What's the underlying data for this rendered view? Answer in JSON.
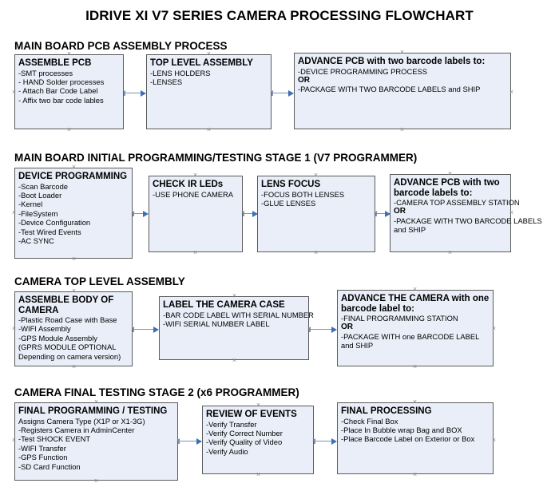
{
  "title": "IDRIVE XI V7 SERIES CAMERA PROCESSING FLOWCHART",
  "chart_data": {
    "type": "diagram",
    "title": "IDRIVE XI V7 SERIES CAMERA PROCESSING FLOWCHART",
    "layout": "four horizontal process rows, left-to-right arrow flow",
    "accent_color": "#3f6fb5",
    "node_fill": "#e9eef8",
    "node_border": "#5a5a5a",
    "connector_color": "#7b93bb",
    "sections": [
      {
        "heading": "MAIN BOARD PCB ASSEMBLY PROCESS",
        "nodes": [
          {
            "title": "ASSEMBLE PCB",
            "lines": [
              " -SMT processes",
              " - HAND Solder processes",
              " - Attach Bar Code Label",
              " - Affix two bar code lables"
            ]
          },
          {
            "title": "TOP LEVEL ASSEMBLY",
            "lines": [
              "-LENS HOLDERS",
              "-LENSES"
            ]
          },
          {
            "title": "ADVANCE PCB with two barcode labels to:",
            "lines": [
              "-DEVICE PROGRAMMING PROCESS",
              "OR",
              "-PACKAGE WITH TWO BARCODE LABELS and SHIP"
            ],
            "bold_lines": [
              1
            ]
          }
        ],
        "connectors": 2
      },
      {
        "heading": "MAIN BOARD INITIAL PROGRAMMING/TESTING STAGE 1 (V7 PROGRAMMER)",
        "nodes": [
          {
            "title": "DEVICE PROGRAMMING",
            "lines": [
              "-Scan Barcode",
              "-Boot Loader",
              "-Kernel",
              "-FileSystem",
              "-Device Configuration",
              "-Test Wired Events",
              "-AC SYNC"
            ]
          },
          {
            "title": "CHECK IR LEDs",
            "lines": [
              "-USE PHONE CAMERA"
            ]
          },
          {
            "title": "LENS FOCUS",
            "lines": [
              "-FOCUS BOTH LENSES",
              "-GLUE LENSES"
            ]
          },
          {
            "title": "ADVANCE PCB with two barcode labels to:",
            "lines": [
              "-CAMERA TOP ASSEMBLY STATION",
              "OR",
              "-PACKAGE WITH TWO BARCODE LABELS",
              "and SHIP"
            ],
            "bold_lines": [
              1
            ]
          }
        ],
        "connectors": 3
      },
      {
        "heading": "CAMERA TOP LEVEL ASSEMBLY",
        "nodes": [
          {
            "title": "ASSEMBLE BODY OF CAMERA",
            "lines": [
              "-Plastic Road Case with Base",
              "-WIFI Assembly",
              "-GPS Module Assembly",
              "(GPRS MODULE OPTIONAL",
              "Depending on camera version)"
            ]
          },
          {
            "title": "LABEL THE CAMERA CASE",
            "lines": [
              "-BAR CODE LABEL WITH SERIAL NUMBER",
              "-WIFI SERIAL NUMBER LABEL"
            ]
          },
          {
            "title": "ADVANCE THE CAMERA with one barcode label to:",
            "lines": [
              "-FINAL PROGRAMMING STATION",
              "OR",
              "-PACKAGE WITH one BARCODE LABEL",
              "and SHIP"
            ],
            "bold_lines": [
              1
            ]
          }
        ],
        "connectors": 2
      },
      {
        "heading": "CAMERA FINAL TESTING STAGE 2 (x6 PROGRAMMER)",
        "nodes": [
          {
            "title": "FINAL PROGRAMMING / TESTING",
            "lines": [
              "Assigns Camera Type (X1P or X1-3G)",
              "-Registers Camera in AdminCenter",
              "-Test SHOCK EVENT",
              "-WIFI Transfer",
              "-GPS Function",
              "-SD Card Function"
            ]
          },
          {
            "title": "REVIEW OF EVENTS",
            "lines": [
              "-Verify Transfer",
              "-Verify Correct Number",
              "-Verify Quality of Video",
              "-Verify Audio"
            ]
          },
          {
            "title": "FINAL PROCESSING",
            "lines": [
              " -Check Final Box",
              "-Place In Bubble wrap Bag and BOX",
              "-Place Barcode Label on Exterior or Box"
            ]
          }
        ],
        "connectors": 2
      }
    ]
  },
  "sections": {
    "s1": {
      "heading": "MAIN BOARD PCB ASSEMBLY PROCESS",
      "n1": {
        "title": "ASSEMBLE PCB",
        "l0": " -SMT processes",
        "l1": " - HAND Solder processes",
        "l2": " - Attach Bar Code Label",
        "l3": " - Affix two bar code lables"
      },
      "n2": {
        "title": "TOP LEVEL ASSEMBLY",
        "l0": "-LENS HOLDERS",
        "l1": "-LENSES"
      },
      "n3": {
        "title": "ADVANCE PCB with two barcode labels to:",
        "l0": "-DEVICE PROGRAMMING PROCESS",
        "l1": "OR",
        "l2": "-PACKAGE WITH TWO BARCODE LABELS and SHIP"
      }
    },
    "s2": {
      "heading": "MAIN BOARD INITIAL PROGRAMMING/TESTING STAGE 1 (V7 PROGRAMMER)",
      "n1": {
        "title": "DEVICE PROGRAMMING",
        "l0": "-Scan Barcode",
        "l1": "-Boot Loader",
        "l2": "-Kernel",
        "l3": "-FileSystem",
        "l4": "-Device Configuration",
        "l5": "-Test Wired Events",
        "l6": "-AC SYNC"
      },
      "n2": {
        "title": "CHECK IR LEDs",
        "l0": "-USE PHONE CAMERA"
      },
      "n3": {
        "title": "LENS FOCUS",
        "l0": "-FOCUS BOTH LENSES",
        "l1": "-GLUE LENSES"
      },
      "n4": {
        "title": "ADVANCE PCB with two barcode labels to:",
        "l0": "-CAMERA TOP ASSEMBLY STATION",
        "l1": "OR",
        "l2": "-PACKAGE WITH TWO BARCODE LABELS",
        "l3": "and SHIP"
      }
    },
    "s3": {
      "heading": "CAMERA TOP LEVEL ASSEMBLY",
      "n1": {
        "title": "ASSEMBLE BODY OF CAMERA",
        "l0": "-Plastic Road Case with Base",
        "l1": "-WIFI Assembly",
        "l2": "-GPS Module Assembly",
        "l3": "(GPRS MODULE OPTIONAL",
        "l4": "Depending on camera version)"
      },
      "n2": {
        "title": "LABEL THE CAMERA CASE",
        "l0": "-BAR CODE LABEL WITH SERIAL NUMBER",
        "l1": "-WIFI SERIAL NUMBER LABEL"
      },
      "n3": {
        "title": "ADVANCE THE CAMERA with one barcode label to:",
        "l0": "-FINAL PROGRAMMING STATION",
        "l1": "OR",
        "l2": "-PACKAGE WITH one BARCODE LABEL",
        "l3": "and SHIP"
      }
    },
    "s4": {
      "heading": "CAMERA FINAL TESTING STAGE 2 (x6 PROGRAMMER)",
      "n1": {
        "title": "FINAL PROGRAMMING / TESTING",
        "l0": "Assigns Camera Type (X1P or X1-3G)",
        "l1": "-Registers Camera in AdminCenter",
        "l2": "-Test SHOCK EVENT",
        "l3": "-WIFI Transfer",
        "l4": "-GPS Function",
        "l5": "-SD Card Function"
      },
      "n2": {
        "title": "REVIEW OF EVENTS",
        "l0": "-Verify Transfer",
        "l1": "-Verify Correct Number",
        "l2": "-Verify Quality of Video",
        "l3": "-Verify Audio"
      },
      "n3": {
        "title": "FINAL PROCESSING",
        "l0": " -Check Final Box",
        "l1": "-Place In Bubble wrap Bag and BOX",
        "l2": "-Place Barcode Label on Exterior or Box"
      }
    }
  }
}
